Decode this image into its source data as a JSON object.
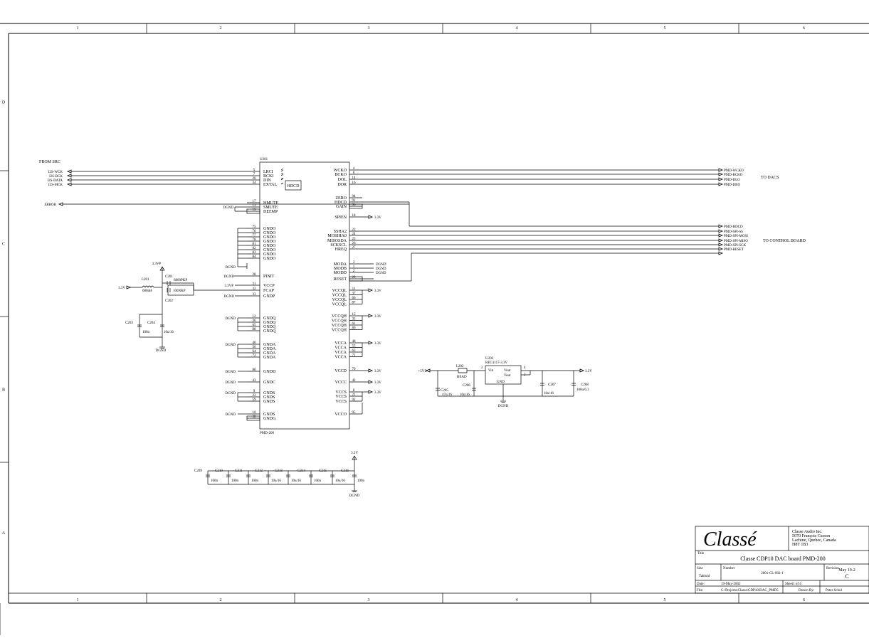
{
  "border": {
    "columns": [
      "1",
      "2",
      "3",
      "4",
      "5",
      "6"
    ],
    "rows": [
      "D",
      "C",
      "B",
      "A"
    ]
  },
  "labels": {
    "from_src": "FROM SRC",
    "to_dacs": "TO DACS",
    "to_control_board": "TO CONTROL BOARD"
  },
  "left_inputs": [
    {
      "name": "I2S-WCK",
      "pin": "5",
      "label": "LRCI"
    },
    {
      "name": "I2S-BCK",
      "pin": "7",
      "label": "BCKI"
    },
    {
      "name": "I2S-DATA",
      "pin": "20",
      "label": "DIN"
    },
    {
      "name": "I2S-MCK",
      "pin": "34",
      "label": "EXTAL"
    }
  ],
  "error_net": "ERROR",
  "mute_group": [
    {
      "pin": "17",
      "label": "HMUTE"
    },
    {
      "pin": "13",
      "label": "SMUTE"
    },
    {
      "pin": "19",
      "label": "DEEMP"
    }
  ],
  "dgnd_tag": "DGND",
  "gndd_pins": [
    {
      "pin": "75",
      "label": "GNDO"
    },
    {
      "pin": "76",
      "label": "GNDO"
    },
    {
      "pin": "77",
      "label": "GNDO"
    },
    {
      "pin": "78",
      "label": "GNDO"
    },
    {
      "pin": "81",
      "label": "GNDO"
    },
    {
      "pin": "82",
      "label": "GNDO"
    },
    {
      "pin": "83",
      "label": "GNDO"
    },
    {
      "pin": "84",
      "label": "GNDO"
    }
  ],
  "chip": {
    "ref": "U201",
    "part": "PMD-200",
    "hdcd_logo": "HDCD"
  },
  "right_outputs": [
    {
      "pin": "4",
      "label": "WCKO",
      "net": "PMD-WCKO"
    },
    {
      "pin": "6",
      "label": "BCKO",
      "net": "PMD-BCKO"
    },
    {
      "pin": "14",
      "label": "DOL",
      "net": "PMD-DLO"
    },
    {
      "pin": "16",
      "label": "DOR",
      "net": "PMD-DRO"
    }
  ],
  "zero_group": [
    {
      "pin": "94",
      "label": "ZERO"
    },
    {
      "pin": "91",
      "label": "HDCD"
    },
    {
      "pin": "96",
      "label": "GAIN"
    }
  ],
  "spi_pin": {
    "pin": "18",
    "label": "SPIEN",
    "net": "3.3V"
  },
  "control_pins": [
    {
      "pin": "23",
      "label": "SSHA2",
      "net": "PMD-HDCD"
    },
    {
      "pin": "24",
      "label": "MOSIHA0",
      "net": "PMD-SPI-SS"
    },
    {
      "pin": "25",
      "label": "MISOSDA",
      "net": "PMD-SPI-MOSI"
    },
    {
      "pin": "26",
      "label": "SCKSCL",
      "net": "PMD-SPI-MISO"
    },
    {
      "pin": "27",
      "label": "HREQ",
      "net": "PMD-SPI-SCK"
    },
    {
      "pin": "",
      "label": "",
      "net": "PMD-RESET"
    }
  ],
  "mode_pins": [
    {
      "pin": "3",
      "label": "MODA",
      "net": "DGND"
    },
    {
      "pin": "1",
      "label": "MODB",
      "net": "DGND"
    },
    {
      "pin": "2",
      "label": "MODD",
      "net": "DGND"
    },
    {
      "pin": "29",
      "label": "RESET",
      "net": ""
    }
  ],
  "pll": {
    "pinit": {
      "pin": "28",
      "label": "PINIT"
    },
    "vccp": {
      "pin": "31",
      "label": "VCCP"
    },
    "fcap": {
      "pin": "32",
      "label": "FCAP"
    },
    "gndp": {
      "pin": "33",
      "label": "GNDP"
    },
    "supply": "3.3V",
    "vccp_net": "3.3VP",
    "l201": "L201",
    "l201_val": "680nH",
    "c201": "C201",
    "c201_val": "6800PKP",
    "c202": "C202",
    "c202_val": "100NKP",
    "c203": "C203",
    "c203_val": "100n",
    "c204": "C204",
    "c204_val": "10u/16",
    "top_net": "3.3VP",
    "gnd": "DGND"
  },
  "gndq_pins": [
    {
      "pin": "12",
      "label": "GNDQ"
    },
    {
      "pin": "36",
      "label": "GNDQ"
    },
    {
      "pin": "65",
      "label": "GNDQ"
    },
    {
      "pin": "88",
      "label": "GNDQ"
    }
  ],
  "gnda_pins": [
    {
      "pin": "40",
      "label": "GNDA"
    },
    {
      "pin": "56",
      "label": "GNDA"
    },
    {
      "pin": "64",
      "label": "GNDA"
    },
    {
      "pin": "72",
      "label": "GNDA"
    }
  ],
  "single_gnds": [
    {
      "pin": "80",
      "label": "GNDD"
    },
    {
      "pin": "43",
      "label": "GNDC"
    }
  ],
  "gnds_pins": [
    {
      "pin": "9",
      "label": "GNDS"
    },
    {
      "pin": "22",
      "label": "GNDS"
    },
    {
      "pin": "59",
      "label": "GNDS"
    }
  ],
  "gndg_pins": [
    {
      "pin": "10",
      "label": "GNDS"
    },
    {
      "pin": "38",
      "label": "GNDG"
    }
  ],
  "vccq_groups": [
    {
      "pins": [
        {
          "pin": "11",
          "label": "VCCQL"
        },
        {
          "pin": "37",
          "label": "VCCQL"
        },
        {
          "pin": "66",
          "label": "VCCQL"
        },
        {
          "pin": "87",
          "label": "VCCQL"
        }
      ],
      "net": "3.3V"
    },
    {
      "pins": [
        {
          "pin": "15",
          "label": "VCCQH"
        },
        {
          "pin": "35",
          "label": "VCCQH"
        },
        {
          "pin": "61",
          "label": "VCCQH"
        },
        {
          "pin": "89",
          "label": "VCCQH"
        }
      ],
      "net": "3.3V"
    },
    {
      "pins": [
        {
          "pin": "48",
          "label": "VCCA"
        },
        {
          "pin": "55",
          "label": "VCCA"
        },
        {
          "pin": "63",
          "label": "VCCA"
        },
        {
          "pin": "71",
          "label": "VCCA"
        }
      ],
      "net": "3.3V"
    }
  ],
  "vcc_singles": [
    {
      "pin": "79",
      "label": "VCCD",
      "net": "3.3V"
    },
    {
      "pin": "42",
      "label": "VCCC",
      "net": "3.3V"
    }
  ],
  "vccs_pins": [
    {
      "pin": "8",
      "label": "VCCS"
    },
    {
      "pin": "21",
      "label": "VCCS"
    },
    {
      "pin": "92",
      "label": "VCCS"
    }
  ],
  "vccs_net": "3.3V",
  "vcco": {
    "pin": "95",
    "label": "VCCO"
  },
  "regulator": {
    "ref": "U202",
    "part": "REG1117-3.3V",
    "vin": "Vin",
    "vout1": "Vout",
    "vout2": "Vout",
    "gnd": "GND",
    "pin_in": "3",
    "pin_out1": "4",
    "pin_out2": "2",
    "input_net": "+5VD",
    "output_net": "3.3V",
    "l202": "L202",
    "l202_val": "BEAD",
    "c205": "C205",
    "c205_val": "47u/16",
    "c206": "C206",
    "c206_val": "10u/16",
    "c207": "C207",
    "c207_val": "10u/16",
    "c208": "C208",
    "c208_val": "100u/6.3",
    "gnd_net": "DGND"
  },
  "decoupling": {
    "net_top": "3.3V",
    "net_bot": "DGND",
    "caps": [
      {
        "ref": "C209",
        "val": "100n"
      },
      {
        "ref": "C210",
        "val": "100n"
      },
      {
        "ref": "C211",
        "val": "100n"
      },
      {
        "ref": "C212",
        "val": "10u/16"
      },
      {
        "ref": "C213",
        "val": "10u/16"
      },
      {
        "ref": "C214",
        "val": "100n"
      },
      {
        "ref": "C215",
        "val": "10u/16"
      },
      {
        "ref": "C216",
        "val": "100n"
      }
    ]
  },
  "title_block": {
    "company_logo": "Classé",
    "company": [
      "Classe Audio Inc.",
      "5070 François Cusson",
      "Lachine, Quebec, Canada",
      "H8T 1B3"
    ],
    "title_label": "Title",
    "title": "Classe CDP10 DAC board PMD-200",
    "size_label": "Size",
    "size": "Tabloid",
    "number_label": "Number",
    "number": "2001-CL-002-1",
    "revision_label": "Revision",
    "revision_date": "May 19-2",
    "revision": "C",
    "date_label": "Date:",
    "date": "19-May-2002",
    "sheet": "Sheet1 of 4",
    "file_label": "File:",
    "file": "C:\\Projects\\Classe\\CDP10\\DAC_PMD5",
    "drawn_label": "Drawn By:",
    "drawn": "Peter Schul"
  }
}
